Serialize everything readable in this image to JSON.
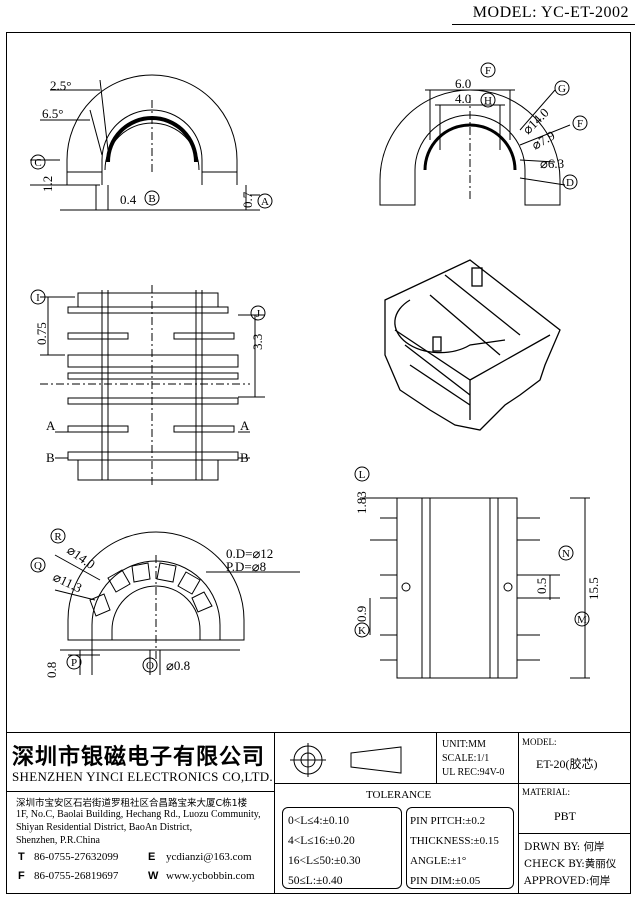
{
  "header": {
    "model": "MODEL: YC-ET-2002"
  },
  "dims": {
    "topleft": [
      "2.5°",
      "6.5°",
      "1.2",
      "0.4",
      "0.7"
    ],
    "topright": [
      "6.0",
      "4.0",
      "⌀14.0",
      "⌀7.9",
      "⌀6.3"
    ],
    "midleft": [
      "0.75",
      "3.3"
    ],
    "botleft": [
      "⌀14.0",
      "⌀11.3",
      "0.D=⌀12",
      "P.D=⌀8",
      "0.8",
      "⌀0.8"
    ],
    "botright": [
      "1.83",
      "0.9",
      "0.5",
      "15.5"
    ],
    "section": [
      "A",
      "A",
      "B",
      "B"
    ]
  },
  "markers": {
    "A": "A",
    "B": "B",
    "C": "C",
    "D": "D",
    "F": "F",
    "G": "G",
    "H": "H",
    "I": "I",
    "J": "J",
    "K": "K",
    "L": "L",
    "M": "M",
    "N": "N",
    "O": "O",
    "P": "P",
    "Q": "Q",
    "R": "R"
  },
  "company": {
    "name_cn": "深圳市银磁电子有限公司",
    "name_en": "SHENZHEN YINCI ELECTRONICS CO,LTD.",
    "addr_cn": "深圳市宝安区石岩街道罗租社区合昌路宝来大厦C栋1楼",
    "addr_en1": "1F, No.C, Baolai Building, Hechang Rd., Luozu Community,",
    "addr_en2": "Shiyan Residential District, BaoAn District,",
    "addr_en3": "Shenzhen, P.R.China",
    "t_label": "T",
    "t_val": "86-0755-27632099",
    "f_label": "F",
    "f_val": "86-0755-26819697",
    "e_label": "E",
    "e_val": "ycdianzi@163.com",
    "w_label": "W",
    "w_val": "www.ycbobbin.com"
  },
  "specs": {
    "unit": "UNIT:MM",
    "scale": "SCALE:1/1",
    "ul": "UL REC:94V-0",
    "model_label": "MODEL:",
    "model_val": "ET-20(胶芯)",
    "material_label": "MATERIAL:",
    "material_val": "PBT"
  },
  "tolerance": {
    "title": "TOLERANCE",
    "left": [
      "0<L≤4:±0.10",
      "4<L≤16:±0.20",
      "16<L≤50:±0.30",
      "50≤L:±0.40"
    ],
    "right": [
      "PIN PITCH:±0.2",
      "THICKNESS:±0.15",
      "ANGLE:±1°",
      "PIN DIM:±0.05"
    ]
  },
  "approval": {
    "drawn": "DRWN BY: 何岸",
    "check": "CHECK BY:黄丽仪",
    "approved": "APPROVED:何岸"
  }
}
